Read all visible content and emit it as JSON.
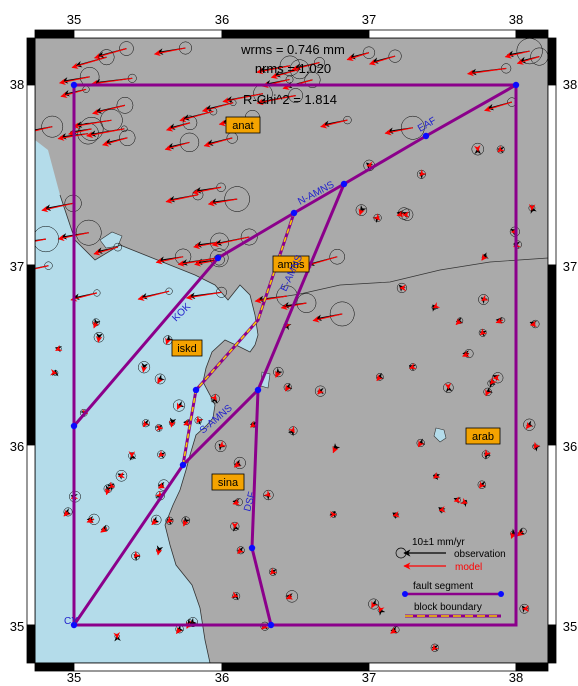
{
  "stats": {
    "wrms": "wrms = 0.746 mm",
    "nrms": "nrms = 1.020",
    "rchi": "R-Chi^2 = 1.814"
  },
  "axes": {
    "x_ticks": [
      "35",
      "36",
      "37",
      "38"
    ],
    "y_ticks": [
      "38",
      "37",
      "36",
      "35"
    ]
  },
  "blocks": [
    "anat",
    "amns",
    "iskd",
    "arab",
    "sina"
  ],
  "faults": [
    "EAF",
    "N-AMNS",
    "E-AMNS",
    "KOK",
    "S-AMNS",
    "DSF",
    "CY"
  ],
  "legend": {
    "scale": "10±1 mm/yr",
    "observation": "observation",
    "model": "model",
    "fault_segment": "fault segment",
    "block_boundary": "block boundary"
  },
  "colors": {
    "land": "#aaaaaa",
    "sea": "#b4dcea",
    "fault": "#8b008b",
    "node": "#0a0aff",
    "observation": "#000000",
    "model": "#ff0000",
    "label_box": "#f4a300",
    "label_text": "#2222cc"
  }
}
